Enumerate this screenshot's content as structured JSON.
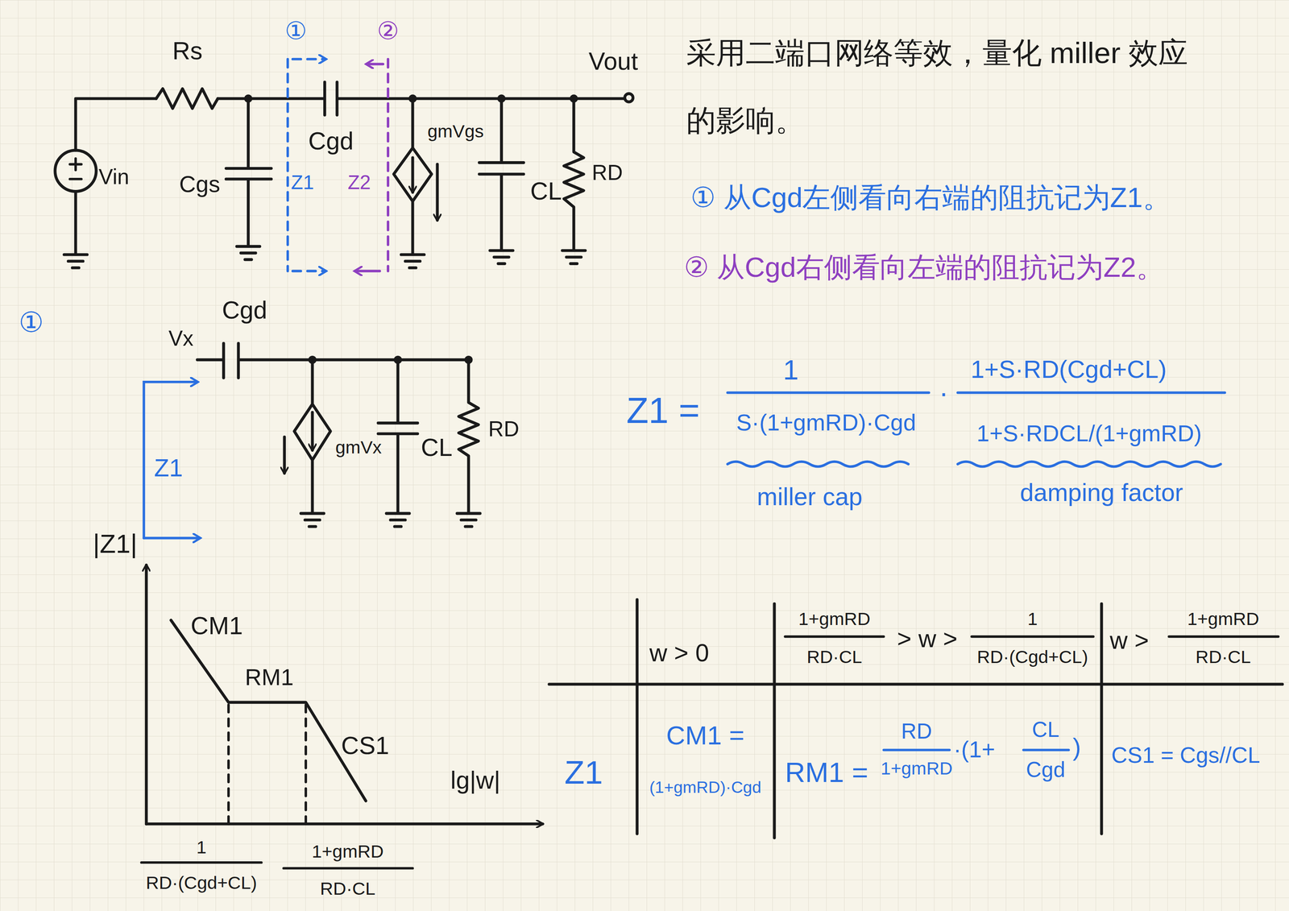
{
  "diagram": {
    "labels": [
      "Rs",
      "Vin",
      "Cgs",
      "Cgd",
      "gmVgs",
      "CL",
      "RD",
      "Vout",
      "①",
      "Z1",
      "②",
      "Z2",
      "采用二端口网络等效，量化 miller 效应的影响。",
      "① 从Cgd左侧看向右端的阻抗记为Z1。",
      "② 从Cgd右侧看向左端的阻抗记为Z2。",
      "①",
      "Cgd",
      "Vx",
      "gmVx",
      "CL",
      "RD",
      "Z1",
      "Z1 =",
      "1",
      "S·(1+gmRD)·Cgd",
      "·",
      "1+S·RD(Cgd+CL)",
      "1+S·RDCL/(1+gmRD)",
      "miller cap",
      "damping factor",
      "|Z1|",
      "CM1",
      "RM1",
      "CS1",
      "lg|w|",
      "1",
      "RD·(Cgd+CL)",
      "1+gmRD",
      "RD·CL",
      "w > 0",
      "1+gmRD",
      "RD·CL",
      "> w >",
      "1",
      "RD·(Cgd+CL)",
      "w >",
      "1+gmRD",
      "RD·CL",
      "Z1",
      "CM1 =",
      "(1+gmRD)·Cgd",
      "RM1 =",
      "RD",
      "1+gmRD",
      "·(1+",
      "CL",
      "Cgd",
      ")",
      "CS1 = Cgs//CL"
    ]
  }
}
